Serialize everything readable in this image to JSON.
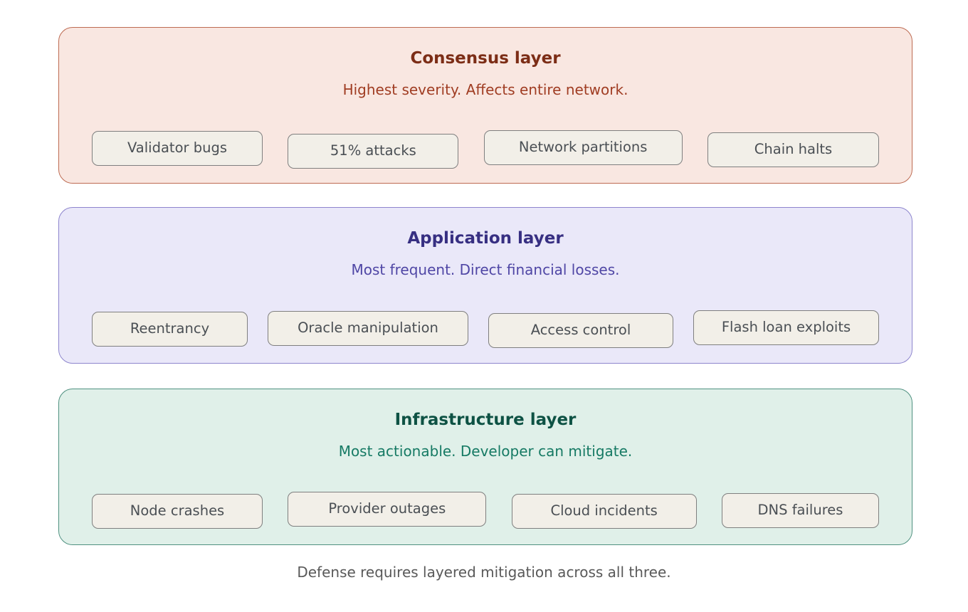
{
  "layers": [
    {
      "id": "consensus",
      "title": "Consensus layer",
      "subtitle": "Highest severity. Affects entire network.",
      "chips": [
        "Validator bugs",
        "51% attacks",
        "Network partitions",
        "Chain halts"
      ],
      "colors": {
        "background": "#f9e7e1",
        "border": "#bd6b52",
        "title": "#7c2d16",
        "subtitle": "#a03d23"
      }
    },
    {
      "id": "application",
      "title": "Application layer",
      "subtitle": "Most frequent. Direct financial losses.",
      "chips": [
        "Reentrancy",
        "Oracle manipulation",
        "Access control",
        "Flash loan exploits"
      ],
      "colors": {
        "background": "#eae8f9",
        "border": "#8d85cd",
        "title": "#372f82",
        "subtitle": "#4f46a5"
      }
    },
    {
      "id": "infrastructure",
      "title": "Infrastructure layer",
      "subtitle": "Most actionable. Developer can mitigate.",
      "chips": [
        "Node crashes",
        "Provider outages",
        "Cloud incidents",
        "DNS failures"
      ],
      "colors": {
        "background": "#e0f0e9",
        "border": "#4f9180",
        "title": "#0e5244",
        "subtitle": "#167a64"
      }
    }
  ],
  "chip_style": {
    "background": "#f2efe8",
    "border": "#7f7f7f",
    "text": "#4a4f54"
  },
  "footer": {
    "text": "Defense requires layered mitigation across all three."
  }
}
